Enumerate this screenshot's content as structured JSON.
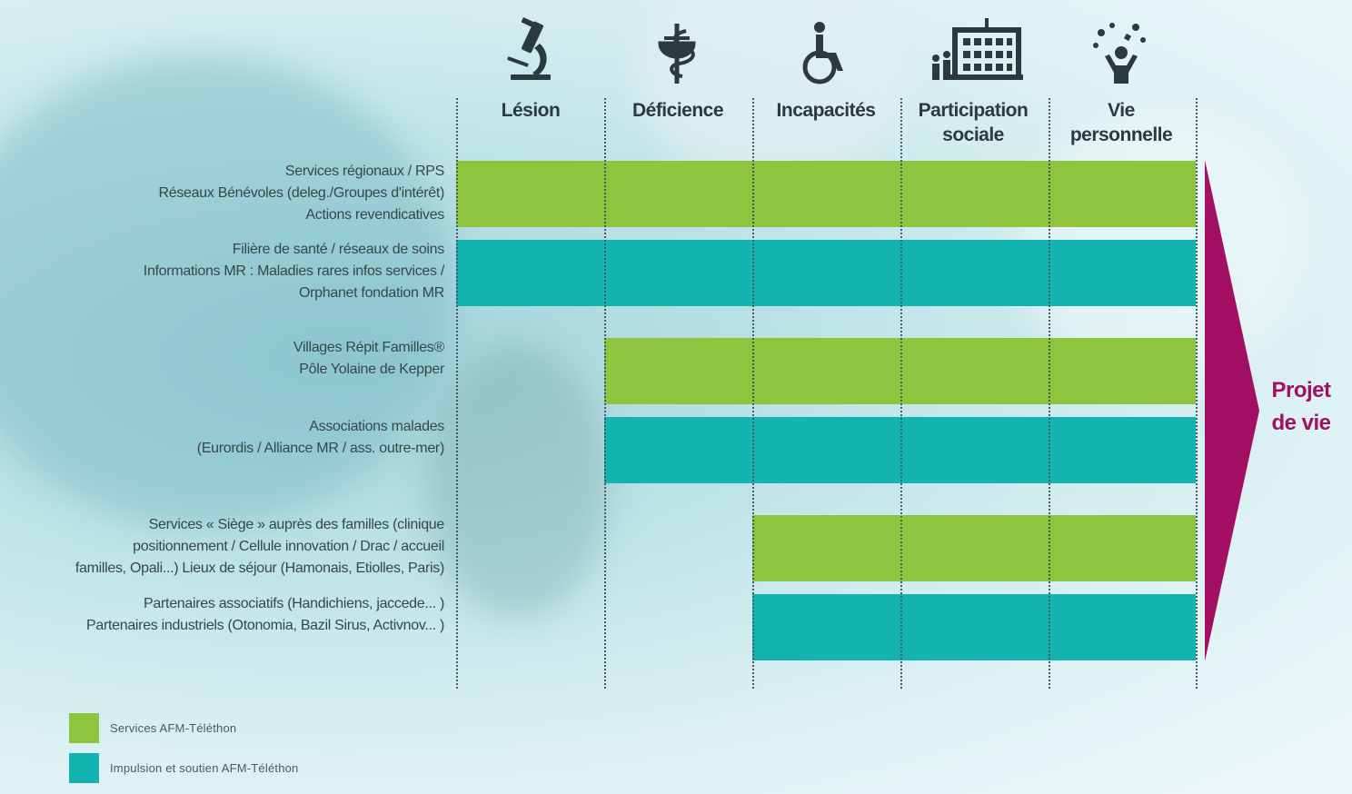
{
  "stages": [
    {
      "label": "Lésion",
      "icon": "microscope-icon"
    },
    {
      "label": "Déficience",
      "icon": "caduceus-icon"
    },
    {
      "label": "Incapacités",
      "icon": "wheelchair-icon"
    },
    {
      "label": "Participation\nsociale",
      "icon": "school-building-icon"
    },
    {
      "label": "Vie\npersonnelle",
      "icon": "juggling-person-icon"
    }
  ],
  "rows": [
    {
      "label": "Services régionaux / RPS\nRéseaux Bénévoles (deleg./Groupes d'intérêt)\nActions revendicatives",
      "category": "Services AFM-Téléthon",
      "from_stage": "Lésion",
      "to_stage": "Vie personnelle"
    },
    {
      "label": "Filière de santé / réseaux de soins\nInformations MR : Maladies rares infos services /\nOrphanet fondation MR",
      "category": "Impulsion et soutien AFM-Téléthon",
      "from_stage": "Lésion",
      "to_stage": "Vie personnelle"
    },
    {
      "label": "Villages Répit Familles®\nPôle Yolaine de Kepper",
      "category": "Services AFM-Téléthon",
      "from_stage": "Déficience",
      "to_stage": "Vie personnelle"
    },
    {
      "label": "Associations malades\n(Eurordis / Alliance MR / ass. outre-mer)",
      "category": "Impulsion et soutien AFM-Téléthon",
      "from_stage": "Déficience",
      "to_stage": "Vie personnelle"
    },
    {
      "label": "Services « Siège » auprès des familles (clinique\npositionnement / Cellule innovation / Drac / accueil\nfamilles, Opali...) Lieux de séjour (Hamonais, Etiolles, Paris)",
      "category": "Services AFM-Téléthon",
      "from_stage": "Incapacités",
      "to_stage": "Vie personnelle"
    },
    {
      "label": "Partenaires associatifs (Handichiens, jaccede... )\nPartenaires industriels (Otonomia, Bazil Sirus, Activnov... )",
      "category": "Impulsion et soutien AFM-Téléthon",
      "from_stage": "Incapacités",
      "to_stage": "Vie personnelle"
    }
  ],
  "outcome": "Projet\nde vie",
  "legend": [
    {
      "label": "Services AFM-Téléthon",
      "color": "#8dc53e"
    },
    {
      "label": "Impulsion et soutien AFM-Téléthon",
      "color": "#12b3b1"
    }
  ],
  "colors": {
    "services": "#8dc53e",
    "impulsion": "#12b3b1",
    "outcome": "#a30f63"
  }
}
